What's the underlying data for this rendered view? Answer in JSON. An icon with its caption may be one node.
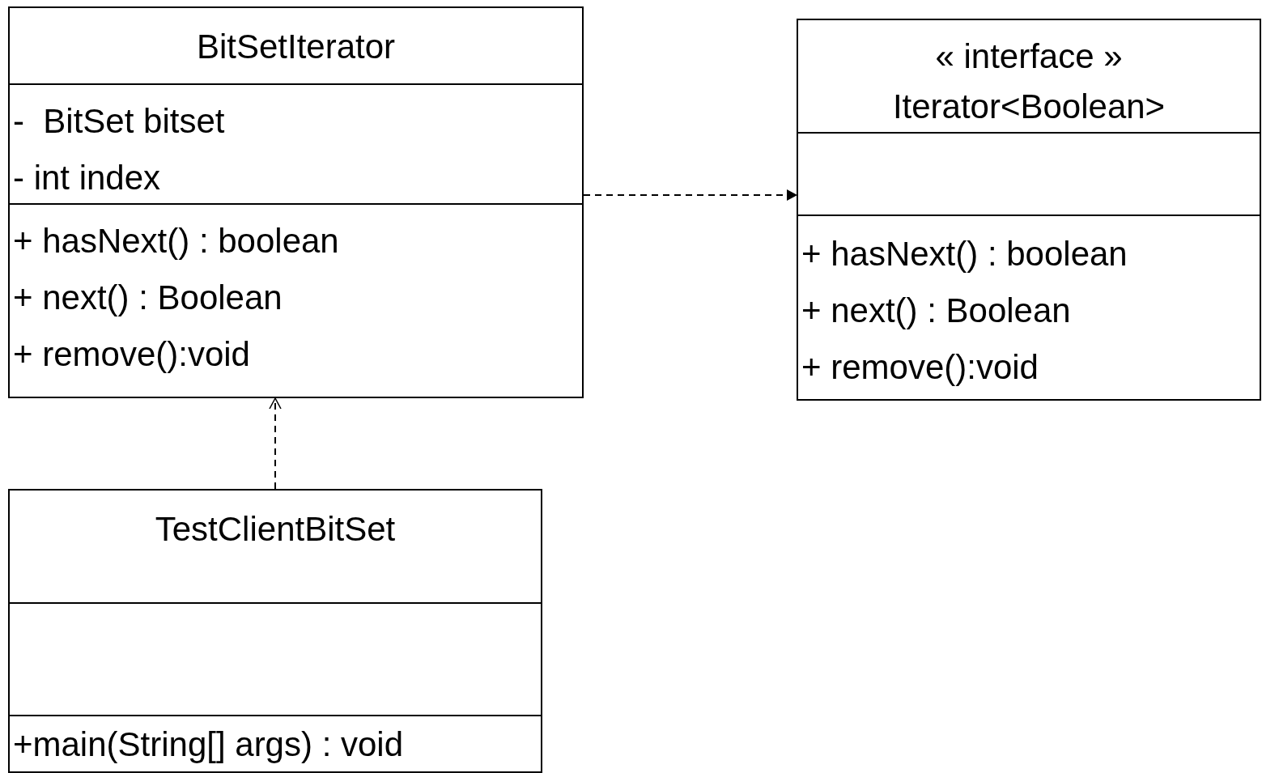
{
  "diagram": {
    "nodes": [
      {
        "text": [
          "BitSetIterator"
        ]
      },
      {
        "text": [
          "-  BitSet bitset",
          "- int index"
        ],
        "in": 0
      },
      {
        "text": [
          "+ hasNext() : boolean",
          "+ next() : Boolean",
          "+ remove():void"
        ],
        "in": 0
      },
      {
        "text": [
          "« interface »",
          "Iterator<Boolean>"
        ]
      },
      {
        "text": [],
        "shape": "box",
        "in": 3
      },
      {
        "text": [
          "+ hasNext() : boolean",
          "+ next() : Boolean",
          "+ remove():void"
        ],
        "in": 3
      },
      {
        "text": [
          "TestClientBitSet"
        ]
      },
      {
        "text": [],
        "shape": "box",
        "in": 6
      },
      {
        "text": [
          "+main(String[] args) : void"
        ],
        "in": 6
      }
    ],
    "edges": [
      {
        "from": 0,
        "to": 3,
        "arrow": "to",
        "style": "dashed"
      },
      {
        "from": 6,
        "to": 0,
        "arrow": "to",
        "style": "dashed"
      }
    ]
  }
}
